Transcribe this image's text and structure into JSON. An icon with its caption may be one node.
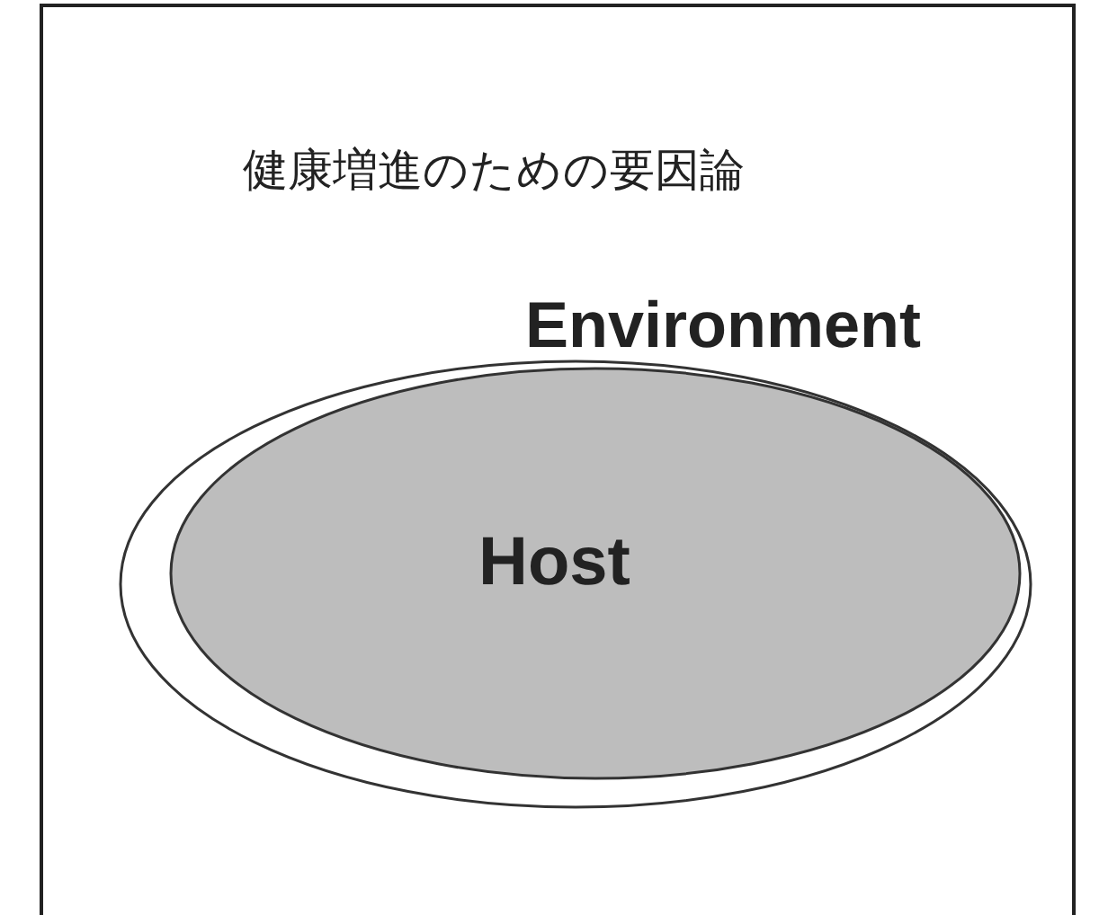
{
  "diagram": {
    "title": "健康増進のための要因論",
    "nodes": [
      {
        "text": [
          "Environment"
        ]
      },
      {
        "text": [
          "Host"
        ],
        "in": 0
      }
    ]
  }
}
